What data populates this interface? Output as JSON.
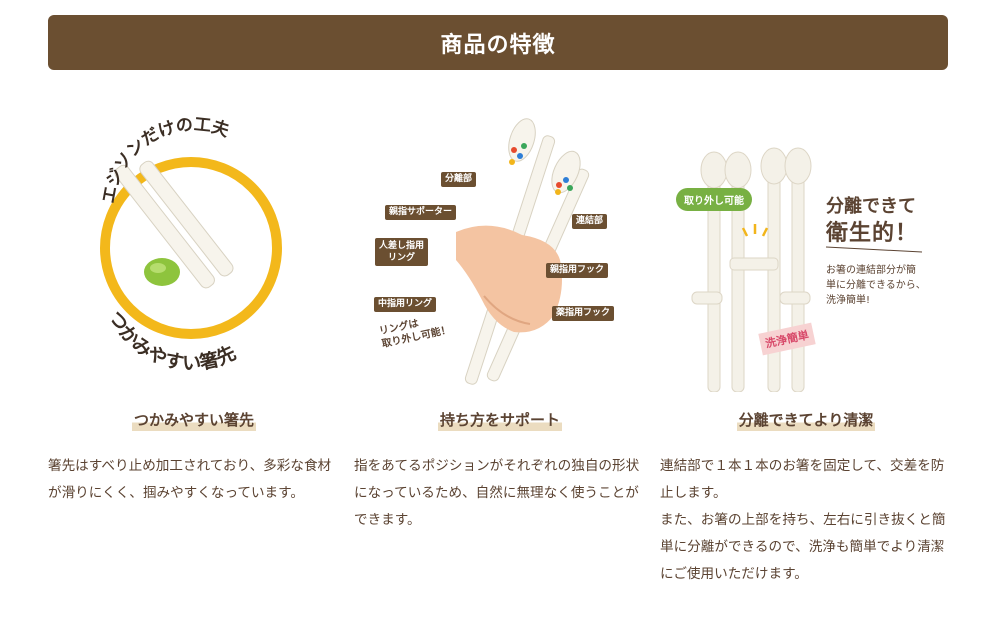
{
  "header": {
    "title": "商品の特徴"
  },
  "features": [
    {
      "title": "つかみやすい箸先",
      "description": "箸先はすべり止め加工されており、多彩な食材が滑りにくく、掴みやすくなっています。",
      "image": {
        "top_text": "エジソンだけの工夫",
        "bottom_text": "つかみやすい箸先"
      }
    },
    {
      "title": "持ち方をサポート",
      "description": "指をあてるポジションがそれぞれの独自の形状になっているため、自然に無理なく使うことができます。",
      "image": {
        "labels": {
          "bunri": "分離部",
          "oyayubi_supporter": "親指サポーター",
          "hitosashi_ring_1": "人差し指用",
          "hitosashi_ring_2": "リング",
          "nakayubi_ring": "中指用リング",
          "ketsugou": "連結部",
          "oyayubi_hook": "親指用フック",
          "kusuriyubi_hook": "薬指用フック"
        },
        "note_line1": "リングは",
        "note_line2": "取り外し可能！"
      }
    },
    {
      "title": "分離できてより清潔",
      "description_lines": [
        "連結部で１本１本のお箸を固定して、交差を防止します。",
        "また、お箸の上部を持ち、左右に引き抜くと簡単に分離ができるので、洗浄も簡単でより清潔にご使用いただけます。"
      ],
      "image": {
        "badge": "取り外し可能",
        "headline_1": "分離できて",
        "headline_2": "衛生的！",
        "sub_1": "お箸の連結部分が簡",
        "sub_2": "単に分離できるから、",
        "sub_3": "洗浄簡単!",
        "stamp": "洗浄簡単"
      }
    }
  ],
  "colors": {
    "header_bg": "#6b4f31",
    "text": "#5b4332",
    "ring_yellow": "#f3b81b",
    "underline": "#ebdcc0",
    "badge_green": "#78b043"
  }
}
